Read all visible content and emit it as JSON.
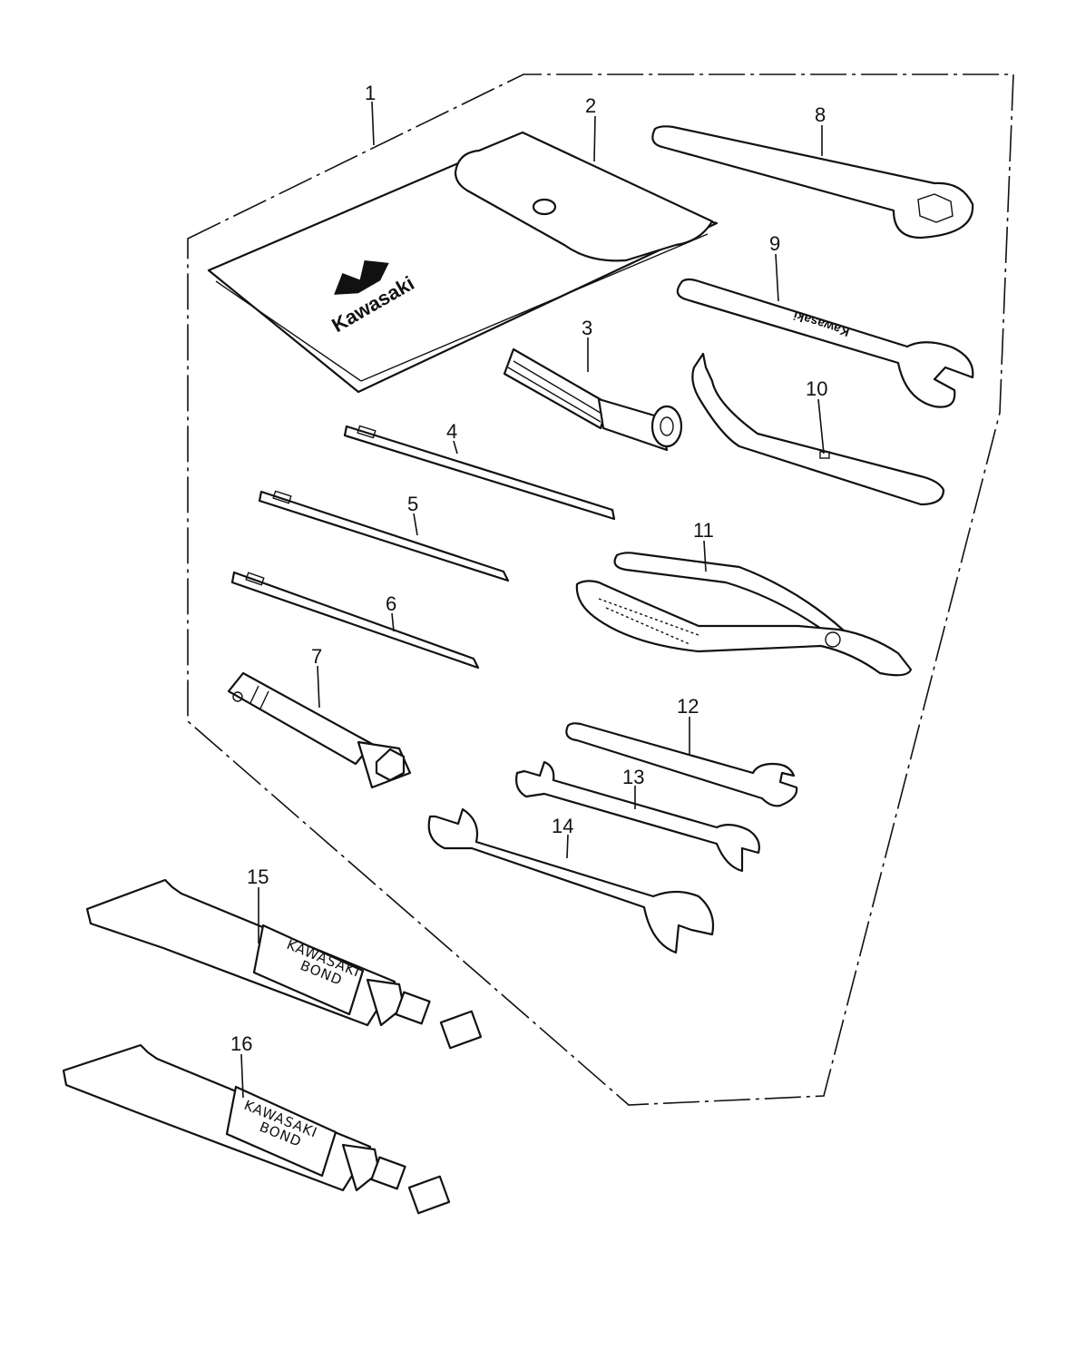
{
  "callouts": [
    "1",
    "2",
    "3",
    "4",
    "5",
    "6",
    "7",
    "8",
    "9",
    "10",
    "11",
    "12",
    "13",
    "14",
    "15",
    "16"
  ],
  "labels": {
    "pouch_brand": "Kawasaki",
    "wrench_brand": "Kawasaki",
    "tube_line1": "KAWASAKI",
    "tube_line2": "BOND"
  }
}
